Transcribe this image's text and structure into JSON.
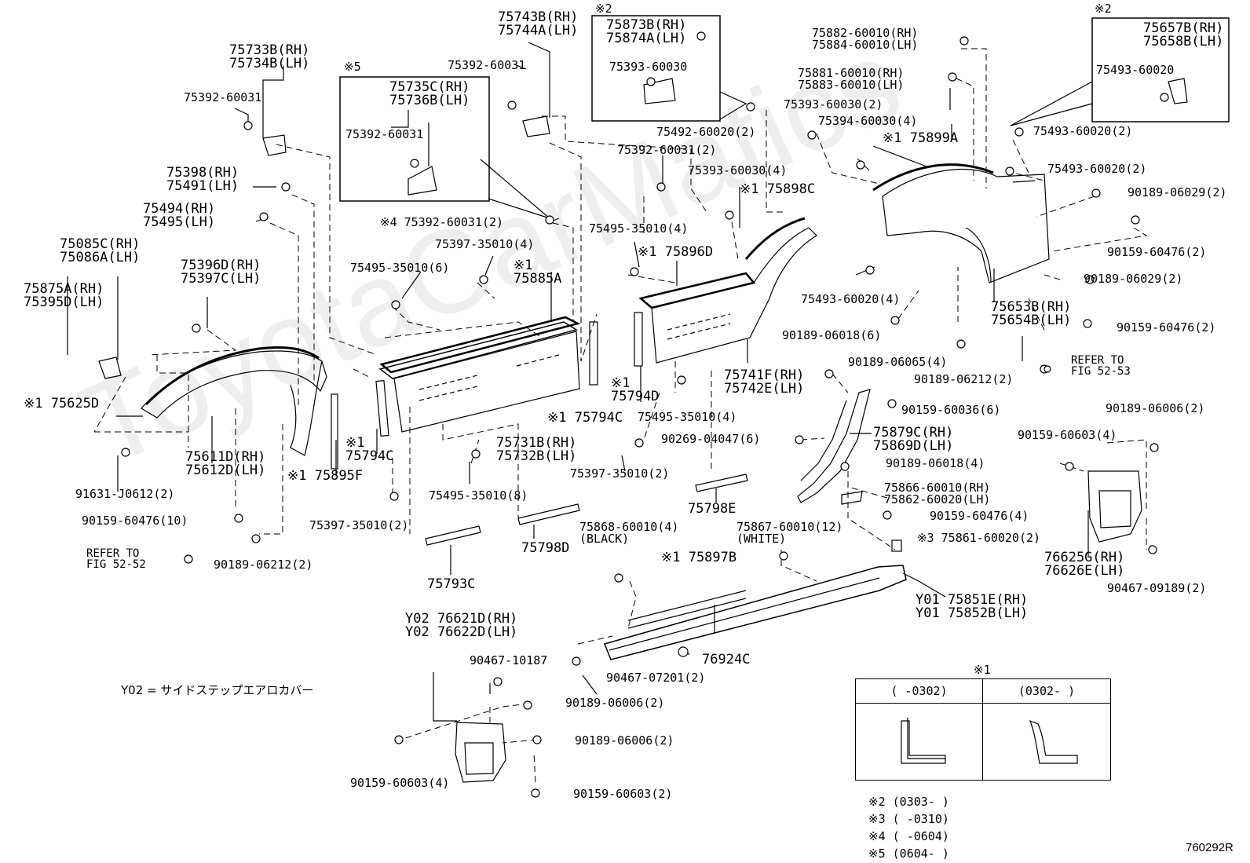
{
  "labels": {
    "p75733": [
      "75733B(RH)",
      "75734B(LH)"
    ],
    "p75392a": "75392-60031",
    "inset5_mark": "※5",
    "p75735": [
      "75735C(RH)",
      "75736B(LH)"
    ],
    "p75392b": "75392-60031",
    "p75743": [
      "75743B(RH)",
      "75744A(LH)"
    ],
    "p75392c": "75392-60031",
    "inset2_mark": "※2",
    "p75873": [
      "75873B(RH)",
      "75874A(LH)"
    ],
    "p75393a": "75393-60030",
    "p75882": [
      "75882-60010(RH)",
      "75884-60010(LH)"
    ],
    "p75881": [
      "75881-60010(RH)",
      "75883-60010(LH)"
    ],
    "p75393b": "75393-60030(2)",
    "p75394": "75394-60030(4)",
    "p75492": "75492-60020(2)",
    "inset2b_mark": "※2",
    "p75657": [
      "75657B(RH)",
      "75658B(LH)"
    ],
    "p75493a": "75493-60020",
    "p75493b": "75493-60020(2)",
    "p75899": "※1 75899A",
    "p75493c": "75493-60020(2)",
    "p90189a": "90189-06029(2)",
    "p90159a": "90159-60476(2)",
    "p75398": [
      "75398(RH)",
      "75491(LH)"
    ],
    "p75494": [
      "75494(RH)",
      "75495(LH)"
    ],
    "p75085": [
      "75085C(RH)",
      "75086A(LH)"
    ],
    "p75875": [
      "75875A(RH)",
      "75395D(LH)"
    ],
    "p75396": [
      "75396D(RH)",
      "75397C(LH)"
    ],
    "p75392d": "※4 75392-60031(2)",
    "p75397a": "75397-35010(4)",
    "p75495a": "75495-35010(6)",
    "p75885": [
      "※1",
      "75885A"
    ],
    "p75392e": "75392-60031(2)",
    "p75393c": "75393-60030(4)",
    "p75898": "※1 75898C",
    "p75495b": "75495-35010(4)",
    "p75896": "※1 75896D",
    "p75493d": "75493-60020(4)",
    "p90189b": "90189-06029(2)",
    "p75653": [
      "75653B(RH)",
      "75654B(LH)"
    ],
    "p90159b": "90159-60476(2)",
    "p90189c": "90189-06018(6)",
    "p90189d": "90189-06065(4)",
    "p90189e": "90189-06212(2)",
    "refer53": [
      "REFER TO",
      "FIG 52-53"
    ],
    "p75741": [
      "75741F(RH)",
      "75742E(LH)"
    ],
    "p75794d": [
      "※1",
      "75794D"
    ],
    "p75495c": "75495-35010(4)",
    "p75625": "※1 75625D",
    "p75794c1": "※1 75794C",
    "p75794c2": [
      "※1",
      "75794C"
    ],
    "p75731": [
      "75731B(RH)",
      "75732B(LH)"
    ],
    "p90269": "90269-04047(6)",
    "p90159c": "90159-60036(6)",
    "p75879": [
      "75879C(RH)",
      "75869D(LH)"
    ],
    "p90189f": "90189-06006(2)",
    "p90159d": "90159-60603(4)",
    "p75611": [
      "75611D(RH)",
      "75612D(LH)"
    ],
    "p75895": "※1 75895F",
    "p91631": "91631-J0612(2)",
    "p75495d": "75495-35010(8)",
    "p75397b": "75397-35010(2)",
    "p75798e": "75798E",
    "p90189g": "90189-06018(4)",
    "p75866": [
      "75866-60010(RH)",
      "75862-60020(LH)"
    ],
    "p90159e": "90159-60476(10)",
    "p90159f": "90159-60476(4)",
    "p75397c": "75397-35010(2)",
    "p75798d": "75798D",
    "p75868": [
      "75868-60010(4)",
      "(BLACK)"
    ],
    "p75867": [
      "75867-60010(12)",
      "(WHITE)"
    ],
    "p75861": "※3 75861-60020(2)",
    "p76625": [
      "76625G(RH)",
      "76626E(LH)"
    ],
    "refer52": [
      "REFER TO",
      "FIG 52-52"
    ],
    "p90189h": "90189-06212(2)",
    "p75793": "75793C",
    "p75897": "※1 75897B",
    "p90467a": "90467-09189(2)",
    "p75851": [
      "Y01 75851E(RH)",
      "Y01 75852B(LH)"
    ],
    "p76621": [
      "Y02 76621D(RH)",
      "Y02 76622D(LH)"
    ],
    "p90467b": "90467-10187",
    "p76924": "76924C",
    "p90467c": "90467-07201(2)",
    "y02_note": "Y02 = サイドステップエアロカバー",
    "p90189i": "90189-06006(2)",
    "p90189j": "90189-06006(2)",
    "p90159g": "90159-60603(4)",
    "p90159h": "90159-60603(2)",
    "legend_mark": "※1",
    "legend_col1": "(    -0302)",
    "legend_col2": "(0302-     )",
    "notes": [
      "※2 (0303-     )",
      "※3 (     -0310)",
      "※4 (     -0604)",
      "※5 (0604-     )"
    ],
    "fig_code": "760292R",
    "watermark": "ToyotaCarMatics"
  }
}
